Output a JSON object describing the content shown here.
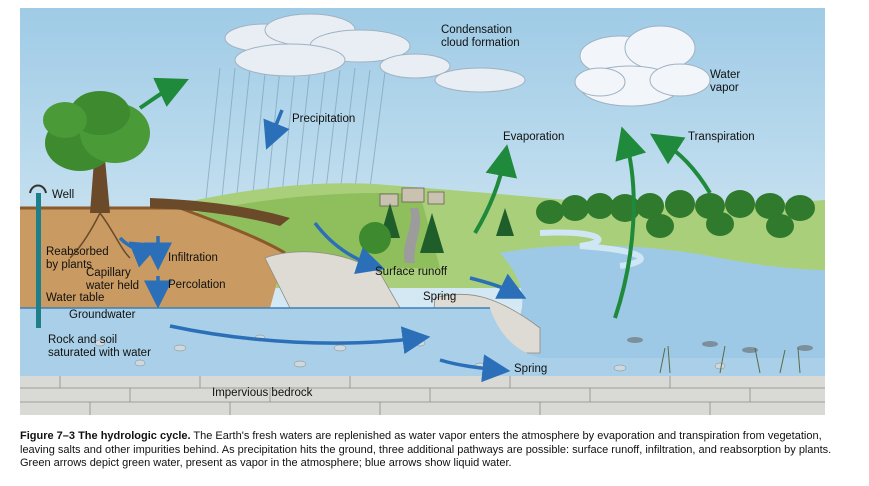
{
  "labels": {
    "condensation_1": "Condensation",
    "condensation_2": "cloud formation",
    "water_vapor_1": "Water",
    "water_vapor_2": "vapor",
    "precipitation": "Precipitation",
    "evaporation": "Evaporation",
    "transpiration": "Transpiration",
    "well": "Well",
    "reabsorbed_1": "Reabsorbed",
    "reabsorbed_2": "by plants",
    "infiltration": "Infiltration",
    "capillary_1": "Capillary",
    "capillary_2": "water held",
    "percolation": "Percolation",
    "water_table": "Water table",
    "surface_runoff": "Surface runoff",
    "spring_upper": "Spring",
    "groundwater": "Groundwater",
    "rock_soil_1": "Rock and soil",
    "rock_soil_2": "saturated with water",
    "spring_lower": "Spring",
    "bedrock": "Impervious bedrock"
  },
  "caption": {
    "figure_label": "Figure 7–3  The hydrologic cycle.",
    "text": " The Earth's fresh waters are replenished as water vapor enters the atmosphere by evaporation and transpiration from vegetation, leaving salts and other impurities behind. As precipitation hits the ground, three additional pathways are possible: surface runoff, infiltration, and reabsorption by plants. Green arrows depict green water, present as vapor in the atmosphere; blue arrows show liquid water."
  },
  "colors": {
    "green_water_arrow": "#1f8a3c",
    "blue_water_arrow": "#2a6fb8",
    "sky": "#cfe6f2",
    "groundwater": "#a9d0e8",
    "bedrock": "#d9d9d6"
  }
}
